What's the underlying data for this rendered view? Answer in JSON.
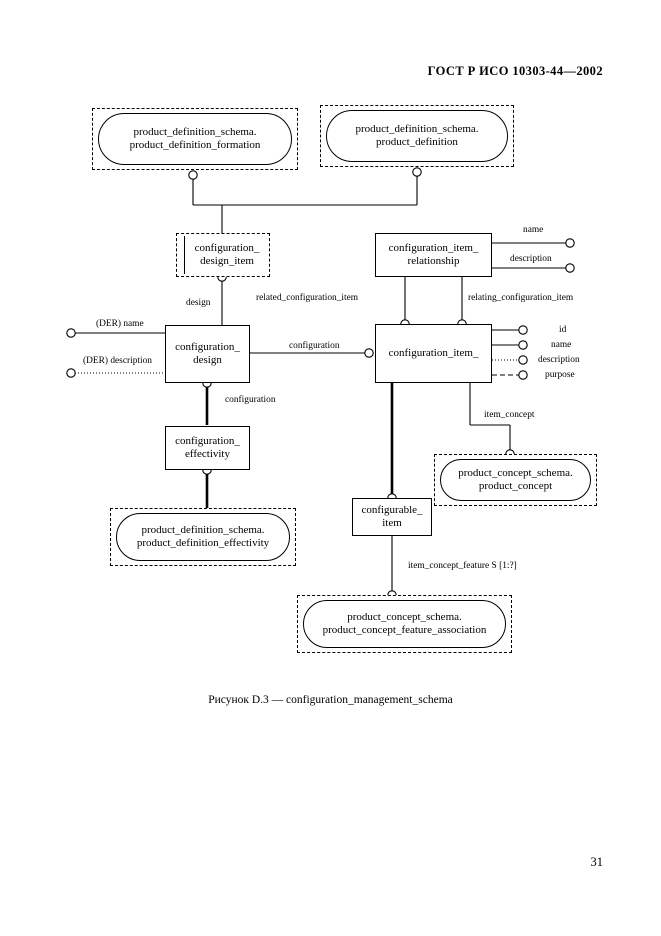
{
  "document": {
    "header": "ГОСТ Р ИСО 10303-44—2002",
    "page_number": "31",
    "figure_caption": "Рисунок D.3 — configuration_management_schema"
  },
  "diagram": {
    "title": "configuration_management_schema",
    "nodes": {
      "pdf_schema": "product_definition_schema.\nproduct_definition_formation",
      "pd_schema": "product_definition_schema.\nproduct_definition",
      "config_design_item": "configuration_\ndesign_item",
      "config_item_relationship": "configuration_item_\nrelationship",
      "config_design": "configuration_\ndesign",
      "config_item": "configuration_item_",
      "config_effectivity": "configuration_\neffectivity",
      "configurable_item": "configurable_\nitem",
      "product_concept": "product_concept_schema.\nproduct_concept",
      "pde_schema": "product_definition_schema.\nproduct_definition_effectivity",
      "pcfa_schema": "product_concept_schema.\nproduct_concept_feature_association"
    },
    "edge_labels": {
      "design": "design",
      "configuration_design_to_item": "configuration",
      "configuration_effectivity": "configuration",
      "related_configuration_item": "related_configuration_item",
      "relating_configuration_item": "relating_configuration_item",
      "item_concept": "item_concept",
      "item_concept_feature": "item_concept_feature S [1:?]"
    },
    "attributes": {
      "rel_name": "name",
      "rel_description": "description",
      "der_name": "(DER) name",
      "der_description": "(DER) description",
      "item_id": "id",
      "item_name": "name",
      "item_description": "description",
      "item_purpose": "purpose"
    }
  }
}
